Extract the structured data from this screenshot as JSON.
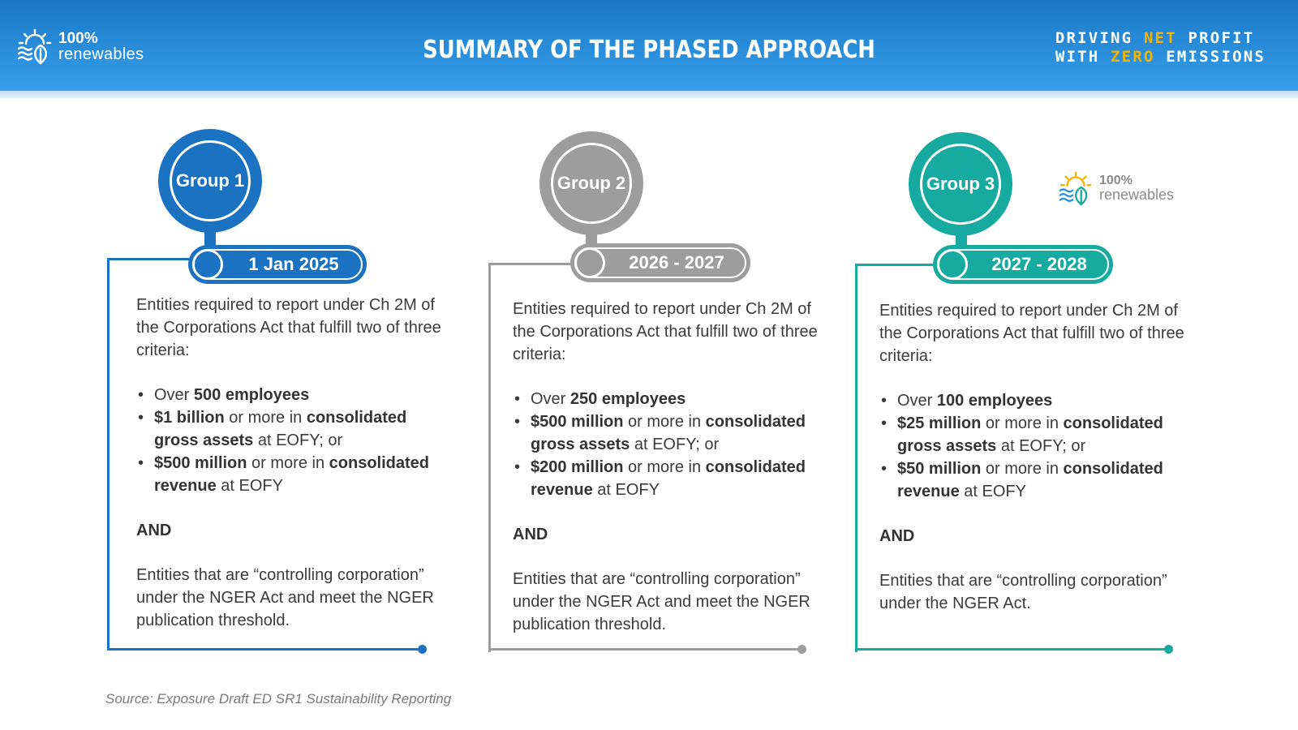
{
  "header": {
    "logo": {
      "pct": "100%",
      "word": "renewables"
    },
    "title": "SUMMARY OF THE PHASED APPROACH",
    "tagline": {
      "line1_a": "DRIVING ",
      "line1_hl": "NET",
      "line1_b": " PROFIT",
      "line2_a": "WITH ",
      "line2_hl": "ZERO",
      "line2_b": " EMISSIONS"
    }
  },
  "colors": {
    "group1": "#1a72c1",
    "group2": "#9d9d9d",
    "group3": "#17aaa1",
    "accent": "#f5b300"
  },
  "groups": [
    {
      "name": "Group 1",
      "date": "1 Jan 2025",
      "intro": "Entities required to report under Ch 2M of the Corporations Act that fulfill two of three criteria:",
      "b1_pre": "Over ",
      "b1_bold": "500 employees",
      "b2_bold1": "$1 billion",
      "b2_mid": " or more in ",
      "b2_bold2": "consolidated gross assets",
      "b2_post": " at EOFY; or",
      "b3_bold1": "$500 million",
      "b3_mid": " or more in ",
      "b3_bold2": "consolidated revenue",
      "b3_post": " at EOFY",
      "and": "AND",
      "closing": "Entities that are “controlling corporation” under the NGER Act and meet the NGER publication threshold."
    },
    {
      "name": "Group 2",
      "date": "2026 - 2027",
      "intro": "Entities required to report under Ch 2M of the Corporations Act that fulfill two of three criteria:",
      "b1_pre": "Over ",
      "b1_bold": "250 employees",
      "b2_bold1": "$500 million",
      "b2_mid": " or more in ",
      "b2_bold2": "consolidated gross assets",
      "b2_post": " at EOFY; or",
      "b3_bold1": "$200 million",
      "b3_mid": " or more in ",
      "b3_bold2": "consolidated revenue",
      "b3_post": " at EOFY",
      "and": "AND",
      "closing": "Entities that are “controlling corporation” under the NGER Act and meet the NGER publication threshold."
    },
    {
      "name": "Group 3",
      "date": "2027 - 2028",
      "intro": "Entities required to report under Ch 2M of the Corporations Act that fulfill two of three criteria:",
      "b1_pre": "Over ",
      "b1_bold": "100 employees",
      "b2_bold1": "$25 million",
      "b2_mid": " or more in ",
      "b2_bold2": "consolidated gross assets",
      "b2_post": " at EOFY; or",
      "b3_bold1": "$50 million",
      "b3_mid": " or more in ",
      "b3_bold2": "consolidated revenue",
      "b3_post": " at EOFY",
      "and": "AND",
      "closing": "Entities that are “controlling corporation” under the NGER Act."
    }
  ],
  "watermark_logo": {
    "pct": "100%",
    "word": "renewables"
  },
  "source": "Source: Exposure Draft ED SR1 Sustainability Reporting"
}
